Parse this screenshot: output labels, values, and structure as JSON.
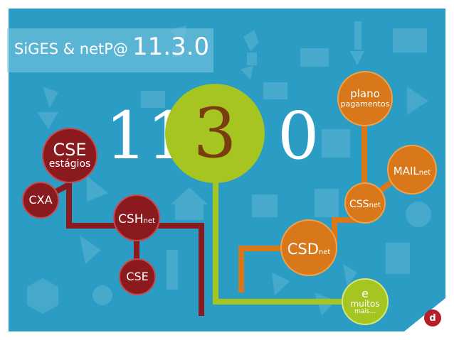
{
  "title": {
    "prefix": "SiGES & netP@",
    "version": "11.3.0"
  },
  "version_digits": {
    "left": "11",
    "center": "3",
    "right": "0"
  },
  "nodes": {
    "cse_estagios": {
      "main": "CSE",
      "sub": "estágios"
    },
    "cxa": {
      "main": "CXA"
    },
    "cshnet": {
      "main": "CSH",
      "suffix": "net"
    },
    "cse": {
      "main": "CSE"
    },
    "plano_pagamentos": {
      "line1": "plano",
      "line2": "pagamentos"
    },
    "mailnet": {
      "main": "MAIL",
      "suffix": "net"
    },
    "cssnet": {
      "main": "CSS",
      "suffix": "net"
    },
    "csdnet": {
      "main": "CSD",
      "suffix": "net"
    },
    "e_muitos": {
      "line1": "e",
      "line2": "muitos",
      "line3": "mais..."
    }
  },
  "logo": {
    "letter": "d"
  },
  "colors": {
    "background": "#2b9cc4",
    "red": "#8b1a1f",
    "orange": "#d9781a",
    "green": "#a6c521",
    "center_digit": "#7a3d0f"
  },
  "background_icons": [
    "tangram-figure-icon",
    "book-icon",
    "envelope-icon",
    "credit-card-icon",
    "document-lines-icon",
    "house-icon",
    "gauge-icon",
    "checklist-icon",
    "box-icon",
    "euro-coin-icon",
    "e-logo-icon"
  ]
}
